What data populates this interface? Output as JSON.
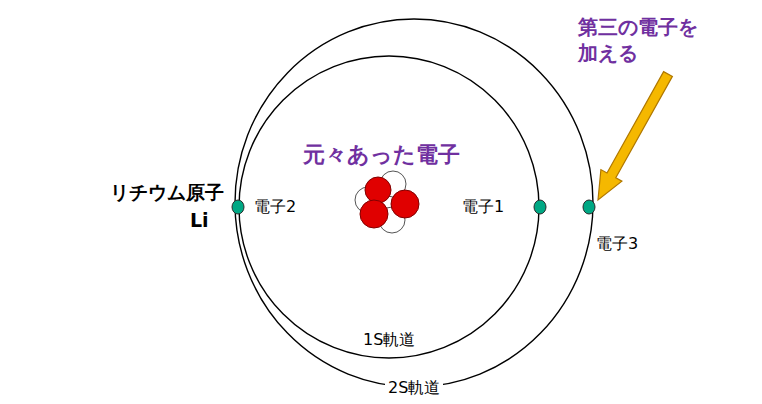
{
  "diagram": {
    "nodes": [
      {
        "text": [
          "2S軌道"
        ]
      },
      {
        "text": [
          "1S軌道"
        ],
        "in": 0
      }
    ],
    "labels": [
      "第三の電子を 加える",
      "リチウム原子",
      "Li",
      "元々あった電子",
      "電子2",
      "電子1",
      "電子3"
    ]
  }
}
